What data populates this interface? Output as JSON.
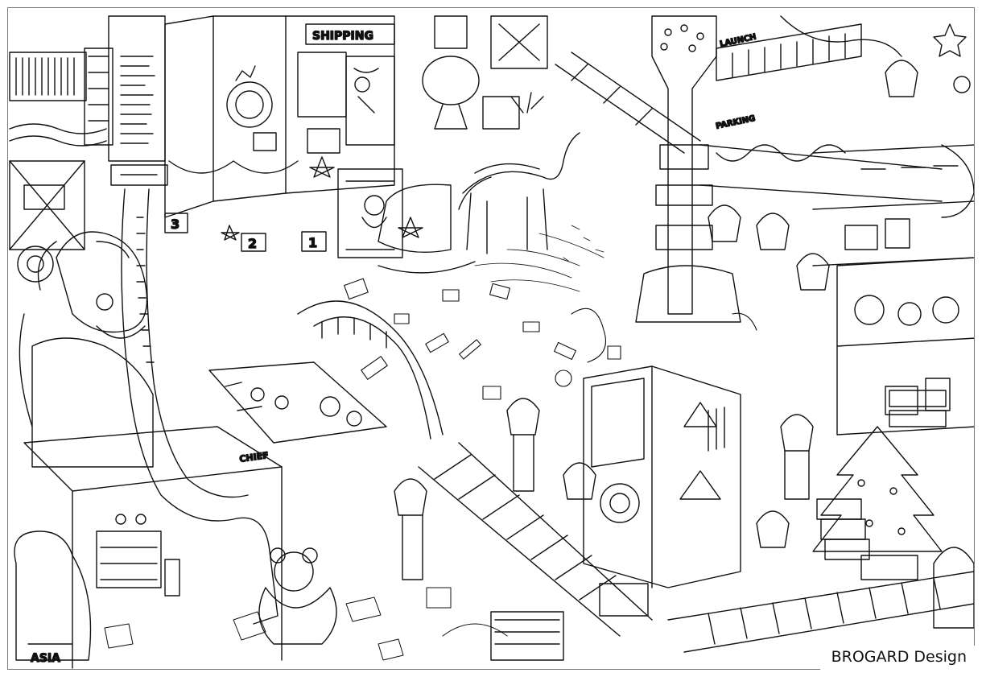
{
  "illustration": {
    "signs": {
      "shipping": "SHIPPING",
      "launch": "LAUNCH",
      "parking": "PARKING",
      "chief": "CHIEF",
      "asia": "ASIA",
      "station_1": "1",
      "station_2": "2",
      "station_3": "3"
    }
  },
  "credit": {
    "text": "BROGARD Design"
  },
  "colors": {
    "ink": "#111111",
    "paper": "#ffffff",
    "border": "#7a7a7a"
  }
}
